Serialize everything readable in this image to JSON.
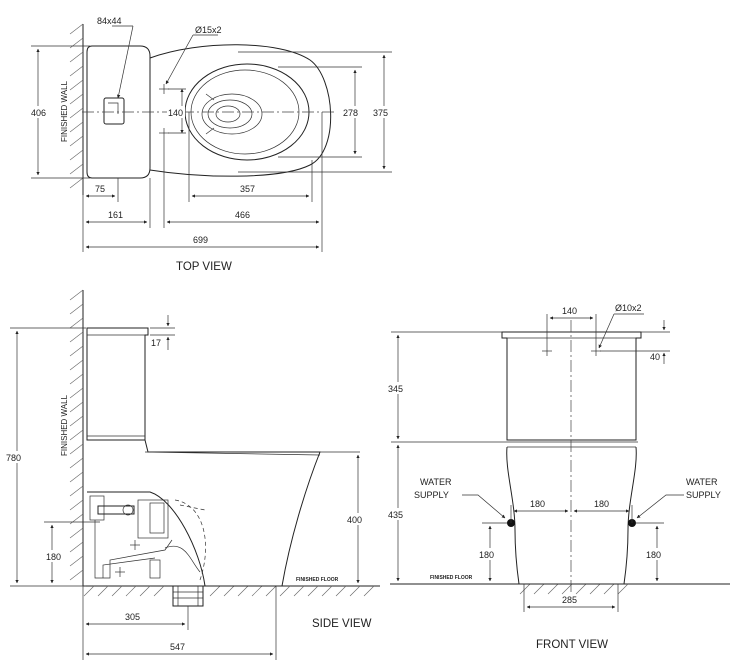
{
  "views": {
    "top": "TOP VIEW",
    "side": "SIDE VIEW",
    "front": "FRONT VIEW"
  },
  "labels": {
    "finished_wall": "FINISHED WALL",
    "finished_floor": "FINISHED FLOOR",
    "water_supply_line1": "WATER",
    "water_supply_line2": "SUPPLY"
  },
  "top_dims": {
    "d84x44": "84x44",
    "d15x2": "Ø15x2",
    "d406": "406",
    "d140": "140",
    "d278": "278",
    "d375": "375",
    "d75": "75",
    "d357": "357",
    "d161": "161",
    "d466": "466",
    "d699": "699"
  },
  "side_dims": {
    "d17": "17",
    "d780": "780",
    "d400": "400",
    "d180": "180",
    "d305": "305",
    "d547": "547"
  },
  "front_dims": {
    "d140": "140",
    "d10x2": "Ø10x2",
    "d40": "40",
    "d345": "345",
    "d435": "435",
    "d180_left": "180",
    "d180_right": "180",
    "d180_h_left": "180",
    "d180_h_right": "180",
    "d285": "285"
  }
}
